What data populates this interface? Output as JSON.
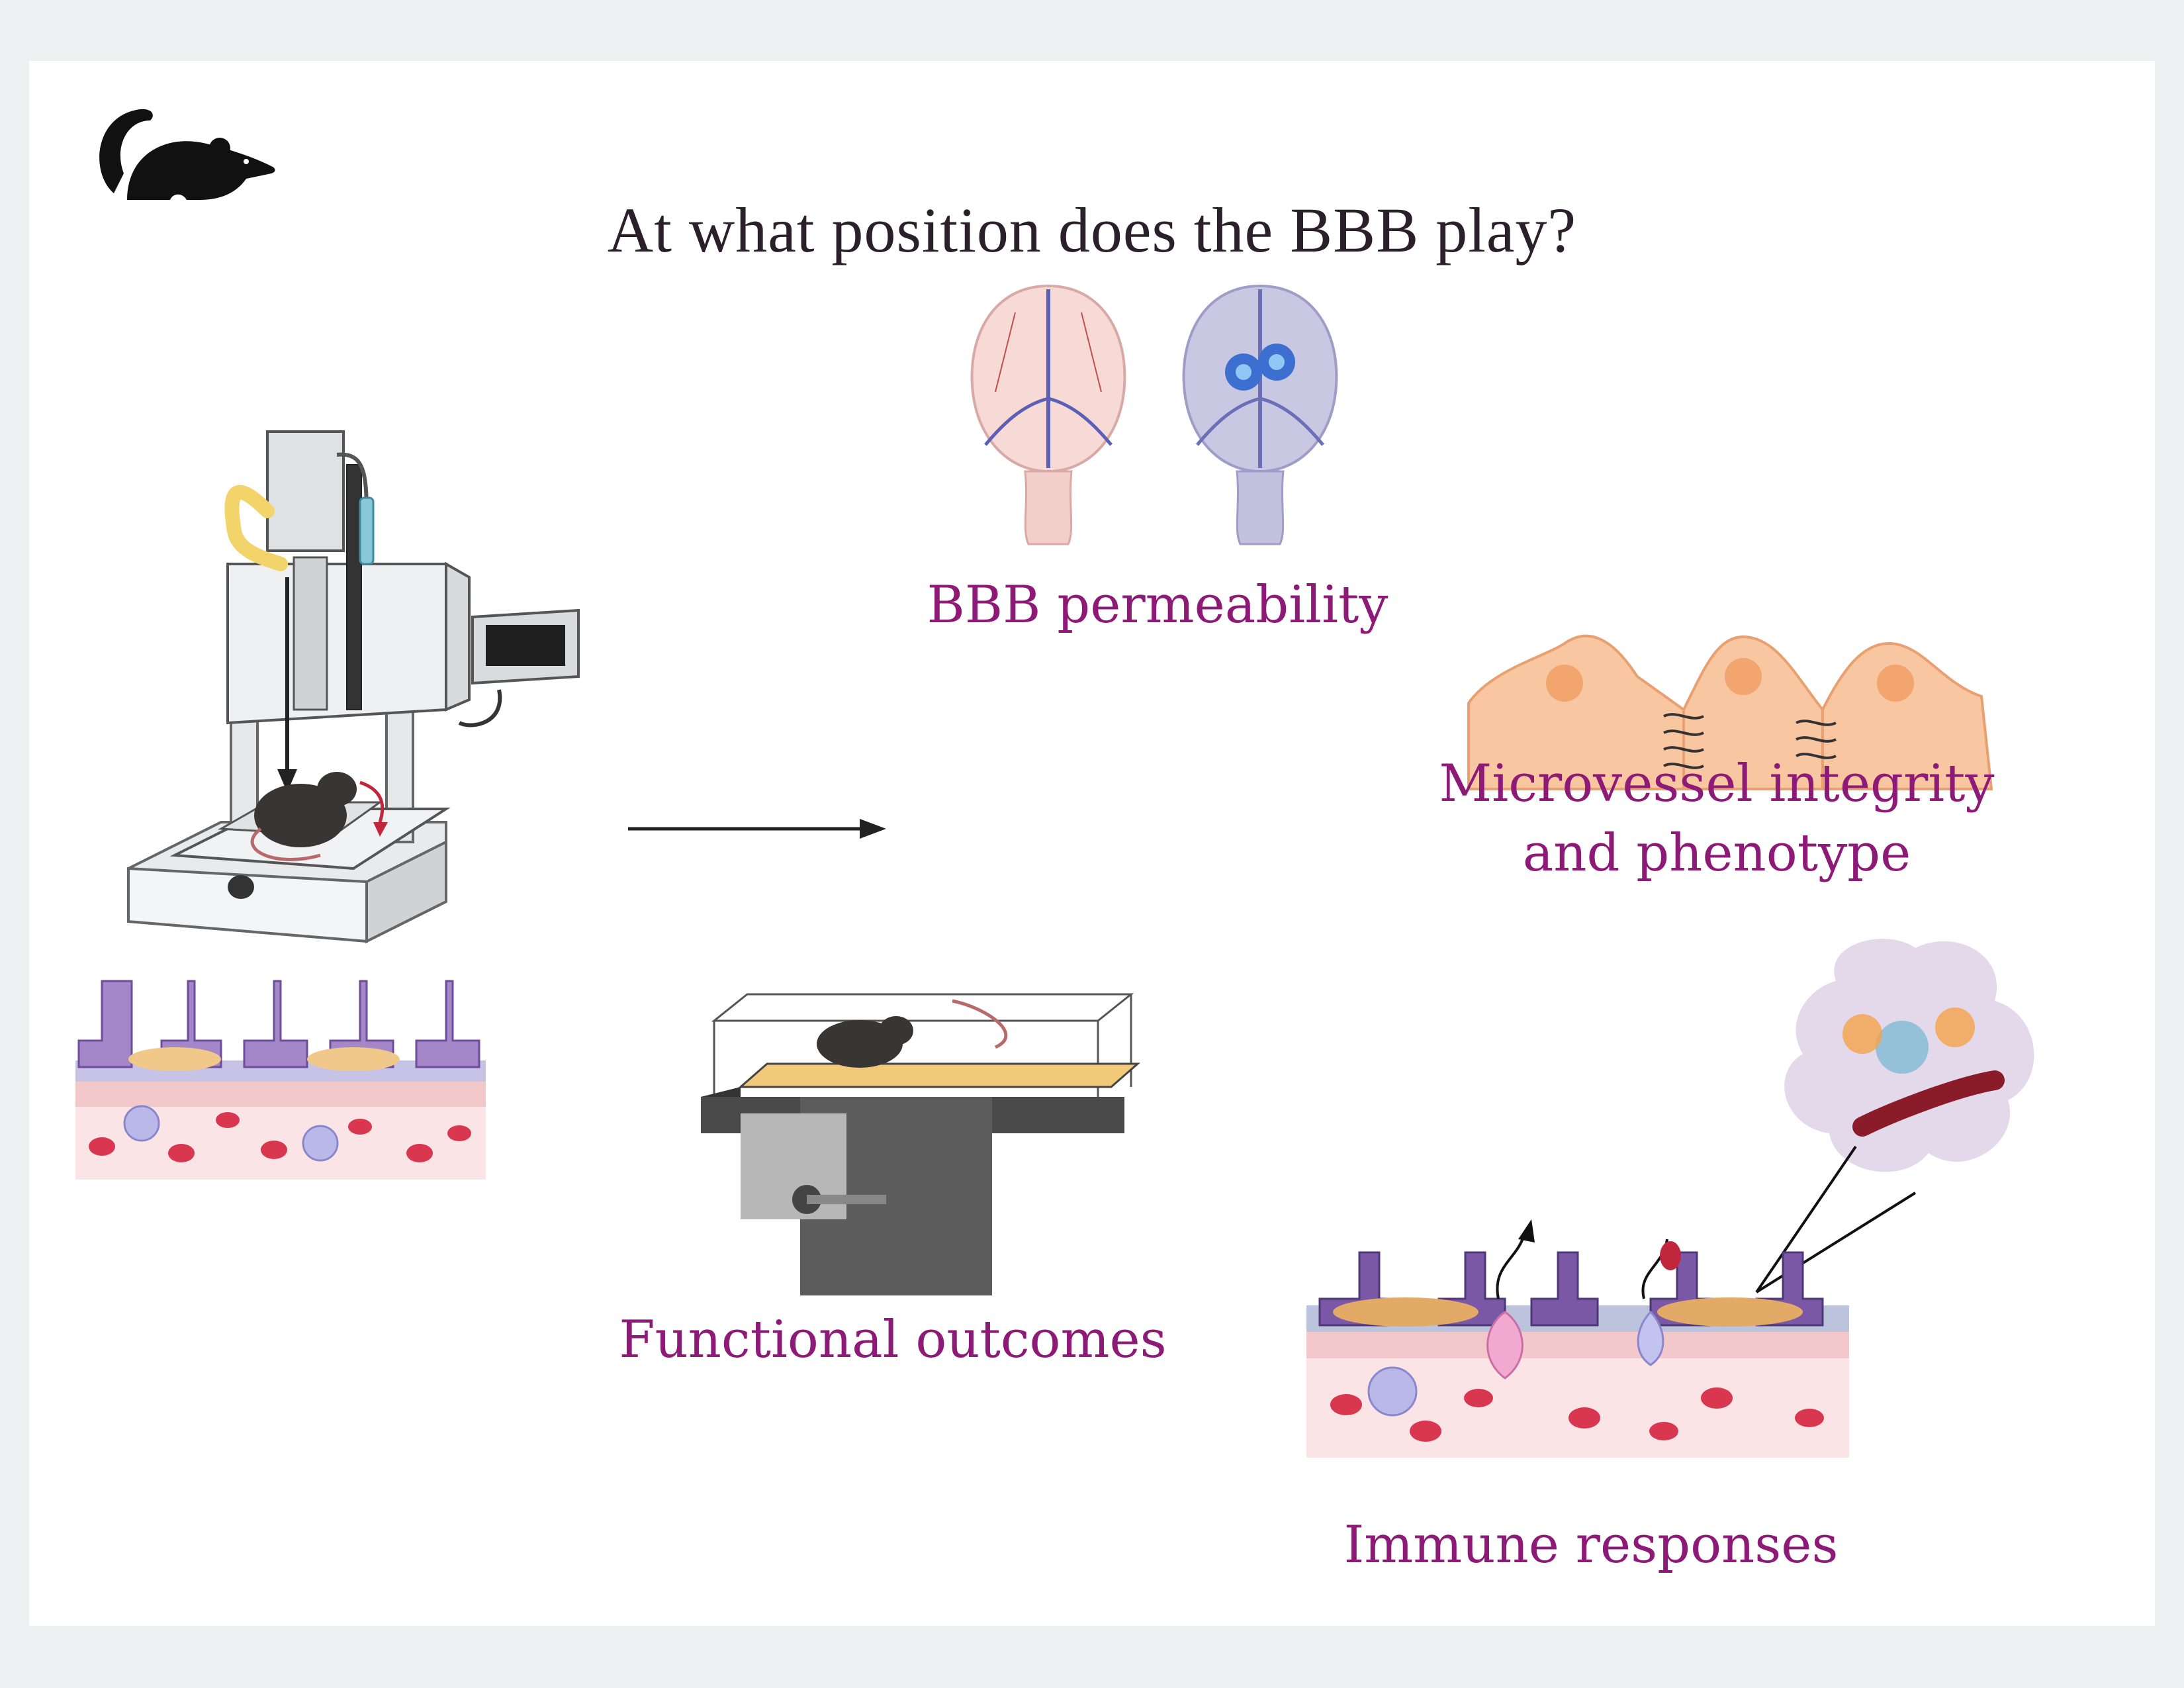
{
  "title": "At what position does the BBB play?",
  "icons": {
    "logo": "mouse-silhouette-icon",
    "stereotaxic": "stereotaxic-impactor-icon",
    "arrow": "right-arrow-icon",
    "treadmill": "mouse-treadmill-icon"
  },
  "labels": {
    "bbb_permeability": "BBB permeability",
    "microvessel_line1": "Microvessel integrity",
    "microvessel_line2": "and phenotype",
    "functional_outcomes": "Functional outcomes",
    "immune_responses": "Immune responses"
  },
  "colors": {
    "label": "#8e1a77",
    "title": "#2a1f2a",
    "endothelial": "#f6c4a0",
    "pericyte_purple": "#8f72b3"
  }
}
